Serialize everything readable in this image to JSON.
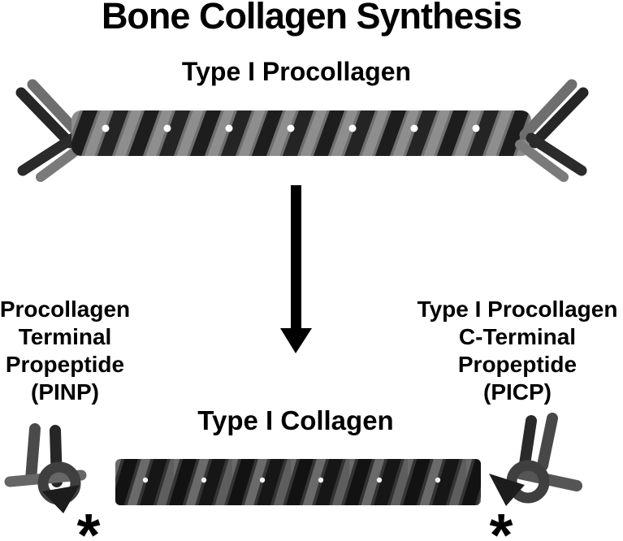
{
  "title": "Bone Collagen Synthesis",
  "diagram": {
    "procollagen": {
      "label": "Type I Procollagen"
    },
    "collagen": {
      "label": "Type I Collagen"
    },
    "pinp": {
      "line1": "Procollagen",
      "line2": "Terminal",
      "line3": "Propeptide",
      "line4": "(PINP)",
      "marker": "*"
    },
    "picp": {
      "line1": "Type I Procollagen",
      "line2": "C-Terminal",
      "line3": "Propeptide",
      "line4": "(PICP)",
      "marker": "*"
    },
    "arrow": {
      "direction": "down"
    }
  },
  "colors": {
    "background": "#ffffff",
    "text": "#000000",
    "arrow": "#000000",
    "rope_dark": "#1d1d1d",
    "rope_mid": "#6f6f6f",
    "rope_light": "#8e8e8e",
    "rope_gap_dot": "#ffffff"
  }
}
